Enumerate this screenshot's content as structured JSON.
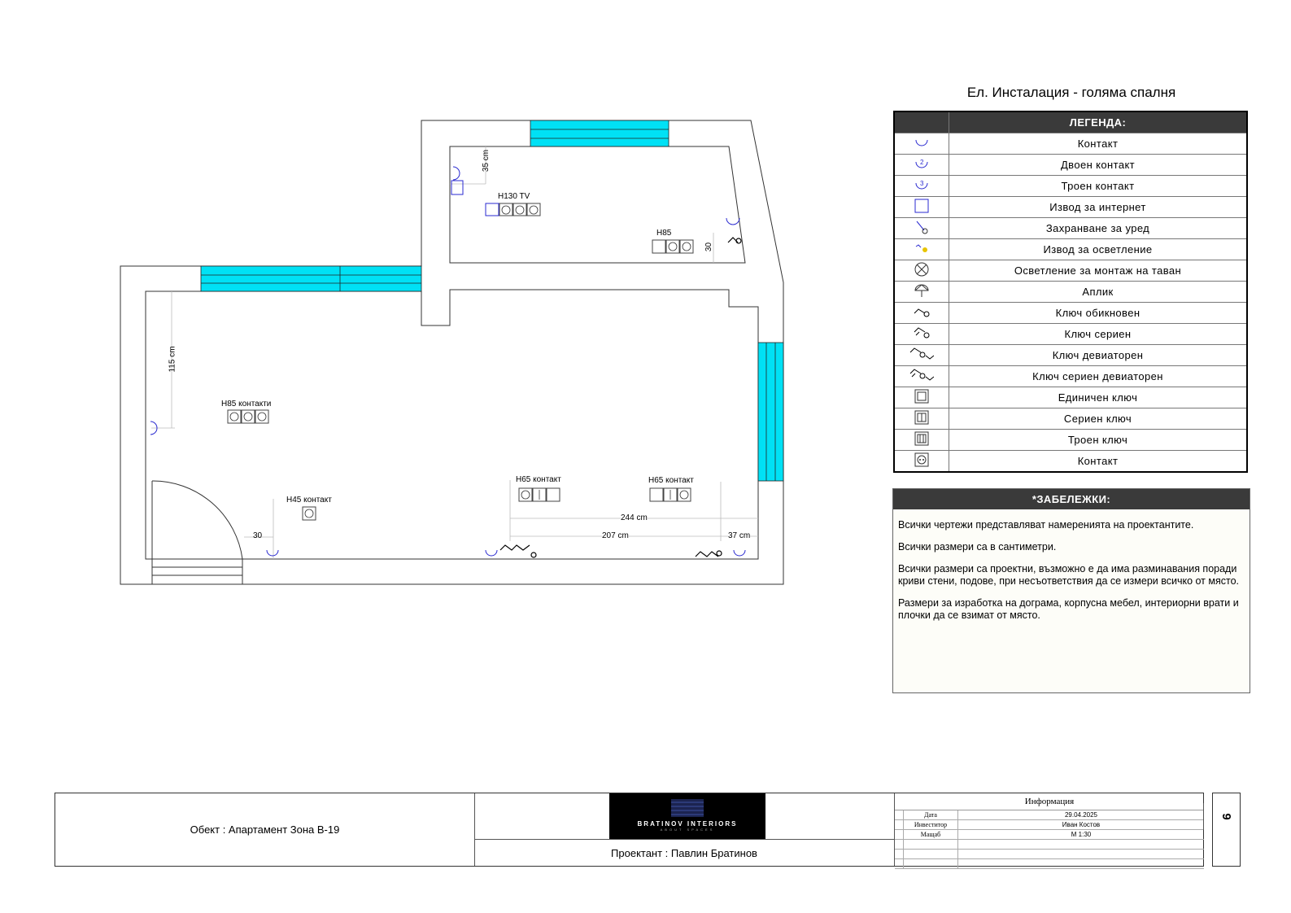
{
  "title": "Ел. Инсталация - голяма спалня",
  "plan": {
    "labels": {
      "h130": "H130 TV",
      "h85_top": "H85",
      "h85_kontakti": "H85 контакти",
      "h45": "H45 контакт",
      "h65_left": "H65 контакт",
      "h65_right": "H65 контакт"
    },
    "dims": {
      "d35": "35 cm",
      "d30_top": "30",
      "d115": "115 cm",
      "d30_left": "30",
      "d244": "244 cm",
      "d207": "207 cm",
      "d37": "37 cm"
    },
    "colors": {
      "window": "#00e1f5",
      "symbol": "#2a2ad0",
      "wall": "#333333"
    }
  },
  "legend": {
    "header": "ЛЕГЕНДА:",
    "items": [
      {
        "icon": "socket-icon",
        "label": "Контакт"
      },
      {
        "icon": "double-socket-icon",
        "label": "Двоен контакт"
      },
      {
        "icon": "triple-socket-icon",
        "label": "Троен контакт"
      },
      {
        "icon": "internet-outlet-icon",
        "label": "Извод за интернет"
      },
      {
        "icon": "appliance-power-icon",
        "label": "Захранване за уред"
      },
      {
        "icon": "lighting-outlet-icon",
        "label": "Извод за осветление"
      },
      {
        "icon": "ceiling-light-icon",
        "label": "Осветление за монтаж на таван"
      },
      {
        "icon": "wall-light-icon",
        "label": "Аплик"
      },
      {
        "icon": "switch-icon",
        "label": "Ключ обикновен"
      },
      {
        "icon": "serial-switch-icon",
        "label": "Ключ сериен"
      },
      {
        "icon": "two-way-switch-icon",
        "label": "Ключ девиаторен"
      },
      {
        "icon": "serial-two-way-switch-icon",
        "label": "Ключ сериен девиаторен"
      },
      {
        "icon": "single-switch-icon",
        "label": "Единичен ключ"
      },
      {
        "icon": "double-switch-icon",
        "label": "Сериен ключ"
      },
      {
        "icon": "triple-switch-icon",
        "label": "Троен ключ"
      },
      {
        "icon": "socket-box-icon",
        "label": "Контакт"
      }
    ]
  },
  "notes": {
    "header": "*ЗАБЕЛЕЖКИ:",
    "items": [
      "Всички чертежи представляват намеренията на проектантите.",
      "Всички размери са в сантиметри.",
      "Всички размери са проектни, възможно е да има разминавания поради криви стени, подове, при несъответствия да се измери всичко от място.",
      "Размери за изработка на дограма, корпусна мебел, интериорни врати и плочки да се взимат от място."
    ]
  },
  "titleblock": {
    "object": "Обект : Апартамент Зона В-19",
    "designer": "Проектант : Павлин Братинов",
    "logo_name": "BRATINOV INTERIORS",
    "logo_tagline": "ABOUT SPACES",
    "info_title": "Информация",
    "rows": [
      {
        "label": "Дата",
        "value": "29.04.2025"
      },
      {
        "label": "Инвеститор",
        "value": "Иван Костов"
      },
      {
        "label": "Мащаб",
        "value": "М 1:30"
      }
    ],
    "page_number": "9"
  }
}
